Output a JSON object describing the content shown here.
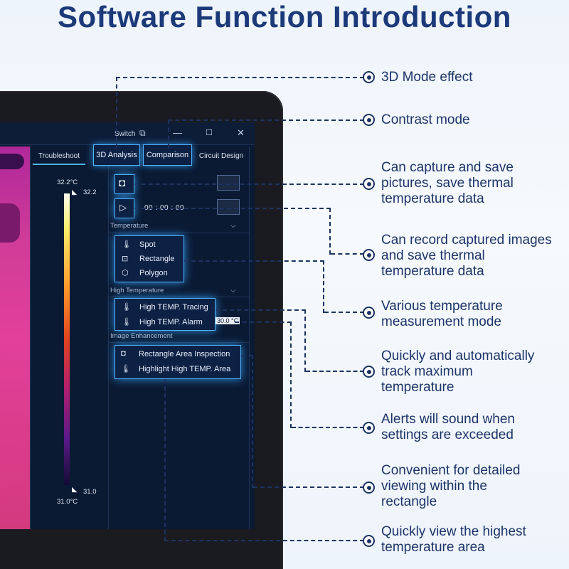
{
  "title": "Software Function Introduction",
  "window": {
    "switch_label": "Switch",
    "minimize": "—",
    "maximize": "☐",
    "close": "✕"
  },
  "tabs": [
    {
      "label": "Troubleshoot",
      "active": true
    },
    {
      "label": "3D Analysis",
      "highlighted": true
    },
    {
      "label": "Comparison",
      "highlighted": true
    },
    {
      "label": "Circuit Design"
    }
  ],
  "colorbar": {
    "max_label": "32.2°C",
    "max_value": "32.2",
    "min_value": "31.0",
    "min_label": "31.0°C"
  },
  "capture": {
    "timer": "00 : 00 : 00"
  },
  "sections": {
    "temperature": {
      "header": "Temperature",
      "items": [
        "Spot",
        "Rectangle",
        "Polygon"
      ]
    },
    "high_temperature": {
      "header": "High Temperature",
      "items": [
        "High TEMP. Tracing",
        "High TEMP. Alarm"
      ],
      "alarm_value": "30.0 °C"
    },
    "image_enhancement": {
      "header": "Image Enhancement",
      "items": [
        "Rectangle Area Inspection",
        "Highlight High TEMP. Area"
      ]
    }
  },
  "annotations": [
    "3D Mode effect",
    "Contrast mode",
    "Can capture and save pictures, save thermal temperature data",
    "Can record captured images and save thermal temperature data",
    "Various temperature measurement mode",
    "Quickly and automatically track maximum temperature",
    "Alerts will sound when settings are exceeded",
    "Convenient for detailed viewing within the rectangle",
    "Quickly view the highest temperature area"
  ],
  "colors": {
    "accent": "#4fb6ff",
    "annotation_text": "#1c3468",
    "screen_bg": "#0b1a33"
  }
}
